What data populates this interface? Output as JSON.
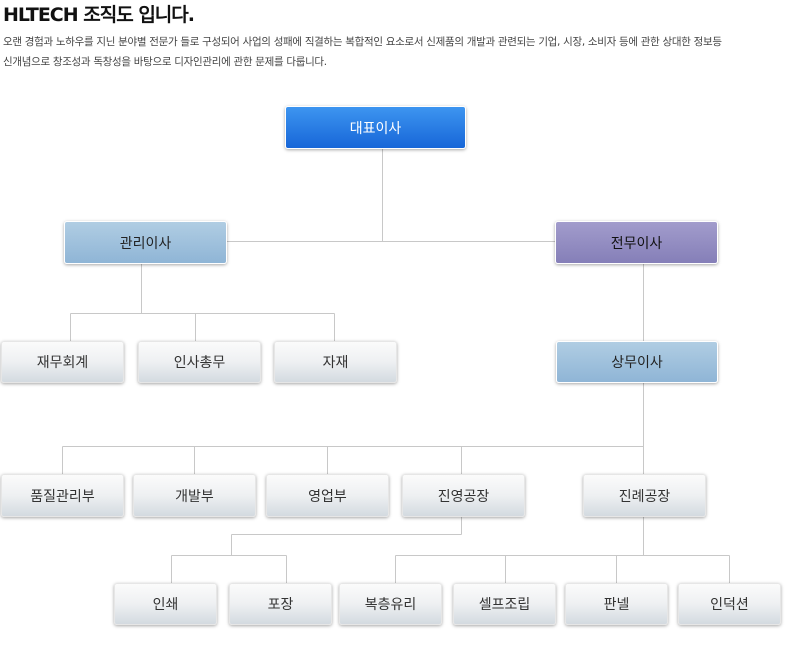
{
  "header": {
    "title": "HLTECH 조직도 입니다.",
    "description_line1": "오랜 경험과 노하우를 지닌 분야별 전문가 들로 구성되어 사업의 성패에 직결하는 복합적인 요소로서 신제품의 개발과 관련되는 기업, 시장, 소비자 등에 관한 상대한 정보등",
    "description_line2": "신개념으로 창조성과 독창성을 바탕으로 디자인관리에 관한 문제를 다룹니다."
  },
  "org": {
    "ceo": "대표이사",
    "admin_director": "관리이사",
    "executive_director": "전무이사",
    "finance": "재무회계",
    "hr": "인사총무",
    "materials": "자재",
    "managing_director": "상무이사",
    "quality": "품질관리부",
    "development": "개발부",
    "sales": "영업부",
    "jinyoung_factory": "진영공장",
    "jinrye_factory": "진례공장",
    "printing": "인쇄",
    "packaging": "포장",
    "laminated_glass": "복층유리",
    "self_assembly": "셀프조립",
    "panel": "판넬",
    "induction": "인덕션"
  },
  "colors": {
    "ceo": "#1e75e3",
    "light_blue": "#9fc1dd",
    "purple": "#948dc2",
    "gray": "#eef0f2",
    "connector": "#c8c8c8"
  }
}
